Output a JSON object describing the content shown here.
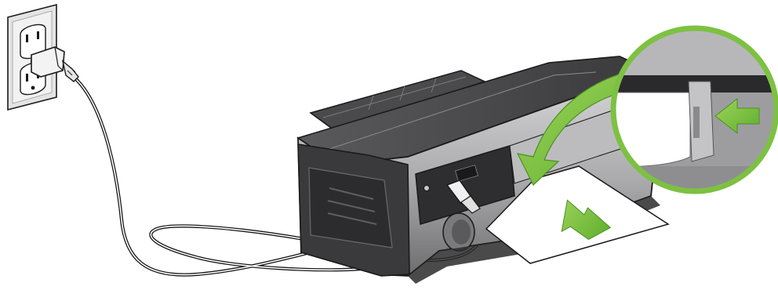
{
  "figure": {
    "description_free": true,
    "objects": {
      "outlet": "wall-outlet",
      "power_cord": "power-cord",
      "printer": "inkjet-printer",
      "paper": "paper-sheet",
      "zoom_callout": "paper-guide-zoom"
    },
    "colors": {
      "accent_green": "#7dc142",
      "arrow_green": "#6cb33f",
      "printer_dark": "#3a3a3c",
      "printer_light": "#c9c9cb",
      "outlet_plate": "#e6e6e6",
      "line": "#1a1a1a"
    },
    "icons": [
      "arrow-curved-icon",
      "arrow-right-icon",
      "arrow-insert-icon",
      "plug-icon"
    ]
  }
}
